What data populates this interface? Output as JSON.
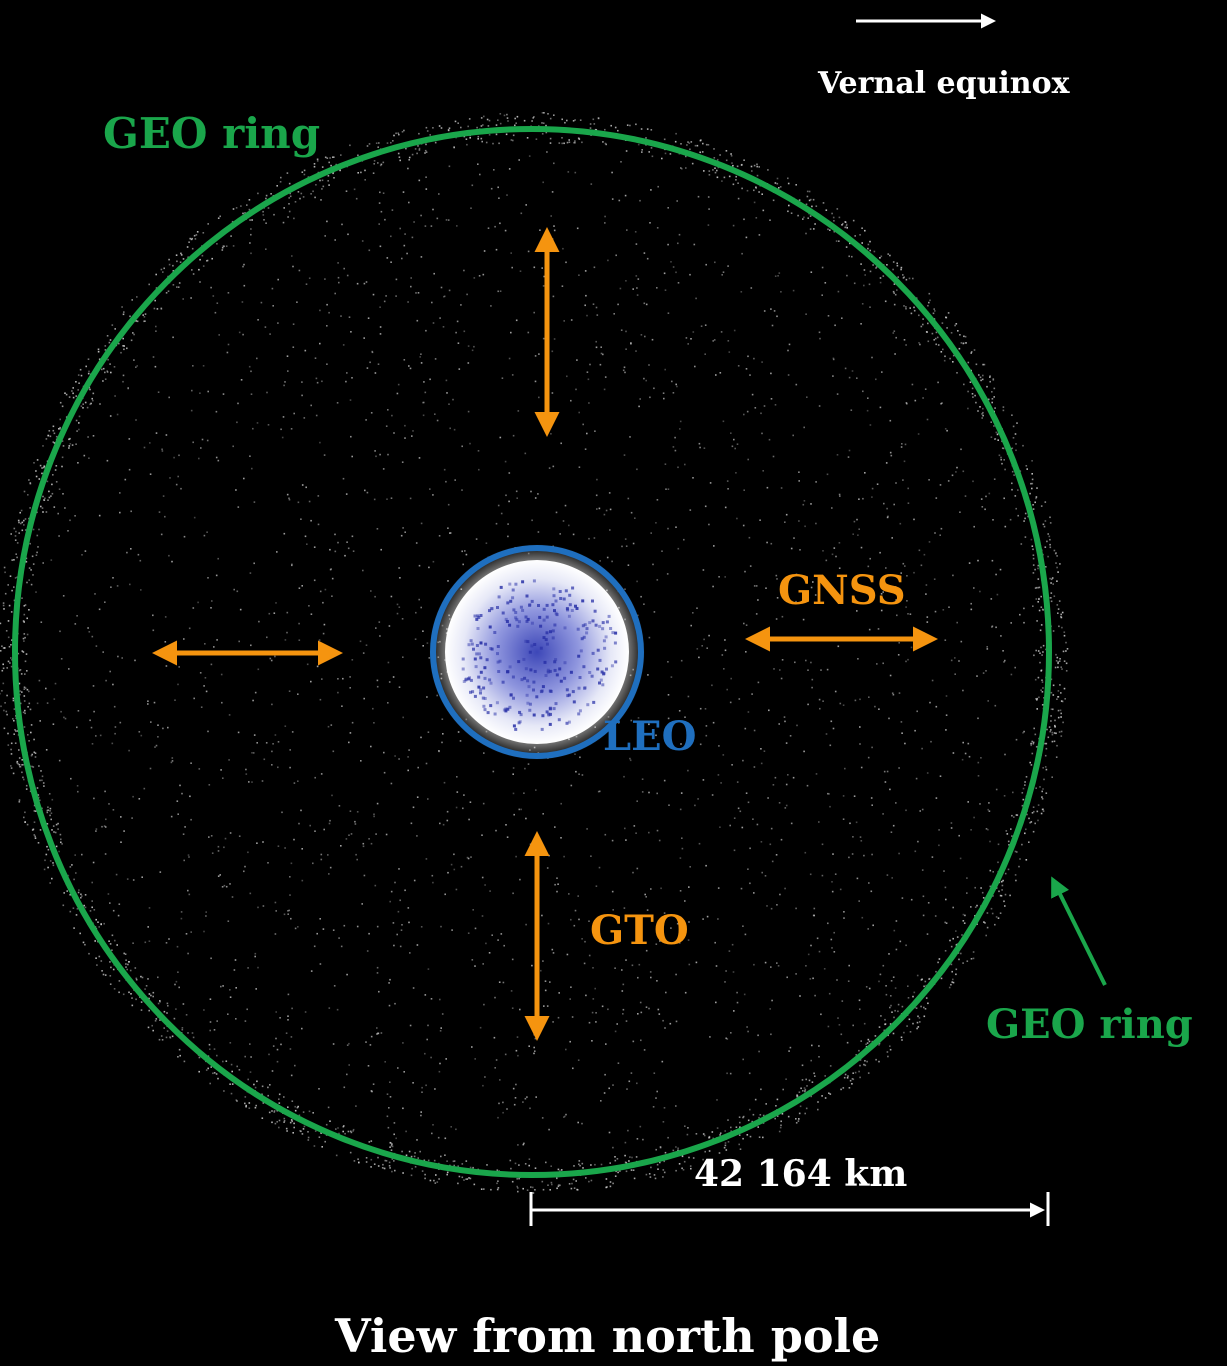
{
  "labels": {
    "geo_ring_top": "GEO ring",
    "geo_ring_right": "GEO ring",
    "vernal_equinox": "Vernal equinox",
    "gnss": "GNSS",
    "leo": "LEO",
    "gto": "GTO",
    "scale": "42 164 km",
    "caption": "View from north pole"
  },
  "colors": {
    "background": "#000000",
    "geo_ring": "#1aa64b",
    "leo_ring": "#1f6fbf",
    "orbit_arrows": "#f5940f",
    "text_white": "#ffffff",
    "earth_fill": "#5a63c8",
    "debris": "#c8c8c8"
  }
}
